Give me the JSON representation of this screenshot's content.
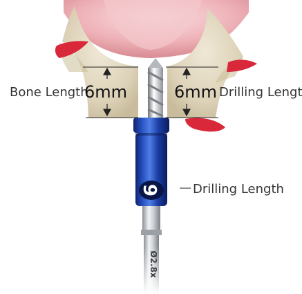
{
  "labels": {
    "bone_length": "Bone Length",
    "bone_length_value": "6mm",
    "drilling_length_value": "6mm",
    "drilling_length": "Drilling Length",
    "stopper_label": "Drilling Length"
  },
  "stopper": {
    "number_marking": "6",
    "shaft_marking": "Ø2.8x"
  },
  "colors": {
    "stopper_blue": "#1d3fa8",
    "gum_pink": "#e9a0a6",
    "bone_beige": "#d8cdb2",
    "tissue_red": "#d8283a",
    "steel": "#c9ccd0"
  },
  "icons": [
    "up-arrow-icon",
    "down-arrow-icon"
  ]
}
